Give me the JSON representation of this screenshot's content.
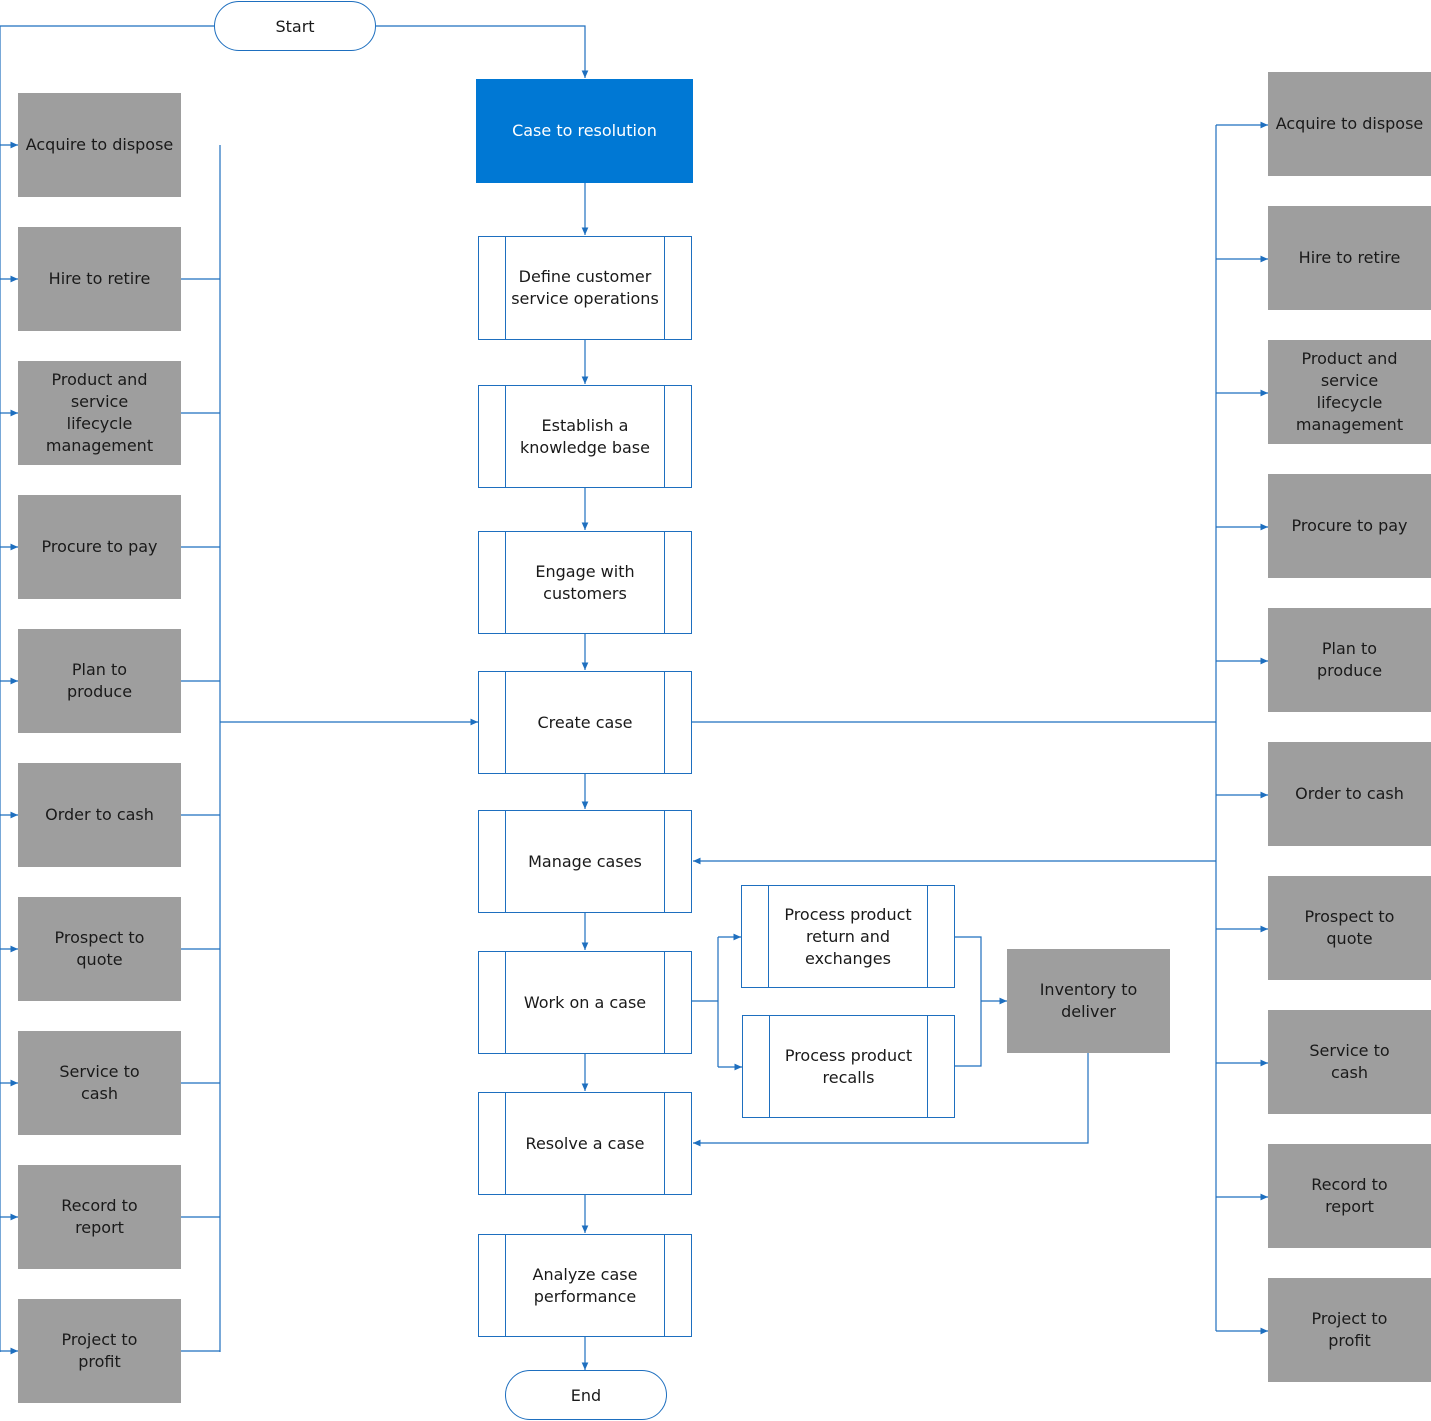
{
  "start_label": "Start",
  "end_label": "End",
  "main_process": "Case to resolution",
  "steps": [
    "Define customer service operations",
    "Establish a knowledge base",
    "Engage with customers",
    "Create case",
    "Manage cases",
    "Work on a case",
    "Resolve a case",
    "Analyze case performance"
  ],
  "left_processes": [
    "Acquire to dispose",
    "Hire to retire",
    "Product and service lifecycle management",
    "Procure to pay",
    "Plan to produce",
    "Order to cash",
    "Prospect to quote",
    "Service to cash",
    "Record to report",
    "Project to profit"
  ],
  "right_processes": [
    "Acquire to dispose",
    "Hire to retire",
    "Product and service lifecycle management",
    "Procure to pay",
    "Plan to produce",
    "Order to cash",
    "Prospect to quote",
    "Service to cash",
    "Record to report",
    "Project to profit"
  ],
  "sub_processes": [
    "Process product return and exchanges",
    "Process product recalls"
  ],
  "external_process": "Inventory to deliver",
  "colors": {
    "accent": "#0078d4",
    "line": "#1e6fbf",
    "gray_box": "#9e9e9e"
  }
}
